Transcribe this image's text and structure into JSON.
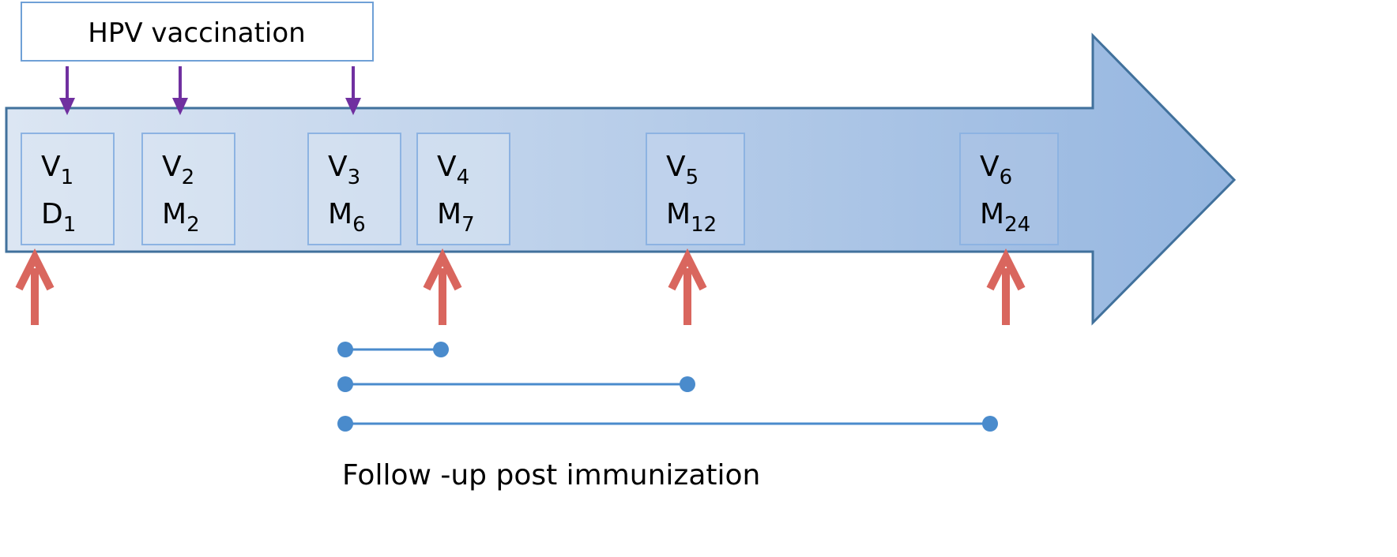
{
  "header": {
    "label": "HPV vaccination"
  },
  "visits": [
    {
      "v": "V",
      "v_sub": "1",
      "t": "D",
      "t_sub": "1"
    },
    {
      "v": "V",
      "v_sub": "2",
      "t": "M",
      "t_sub": "2"
    },
    {
      "v": "V",
      "v_sub": "3",
      "t": "M",
      "t_sub": "6"
    },
    {
      "v": "V",
      "v_sub": "4",
      "t": "M",
      "t_sub": "7"
    },
    {
      "v": "V",
      "v_sub": "5",
      "t": "M",
      "t_sub": "12"
    },
    {
      "v": "V",
      "v_sub": "6",
      "t": "M",
      "t_sub": "24"
    }
  ],
  "vaccination_visits": [
    "V1",
    "V2",
    "V3"
  ],
  "sampling_visits": [
    "V1",
    "V4",
    "V5",
    "V6"
  ],
  "followup_intervals": [
    {
      "from": "V3",
      "to": "V4"
    },
    {
      "from": "V3",
      "to": "V5"
    },
    {
      "from": "V3",
      "to": "V6"
    }
  ],
  "footer": {
    "label": "Follow -up post immunization"
  },
  "colors": {
    "arrow_fill_start": "#dbe5f3",
    "arrow_fill_end": "#97b7e0",
    "arrow_stroke": "#41719c",
    "visit_box_stroke": "#8db3e2",
    "vaccination_arrow": "#7030a0",
    "sampling_arrow": "#d9665e",
    "followup_line": "#4a8bcc"
  }
}
